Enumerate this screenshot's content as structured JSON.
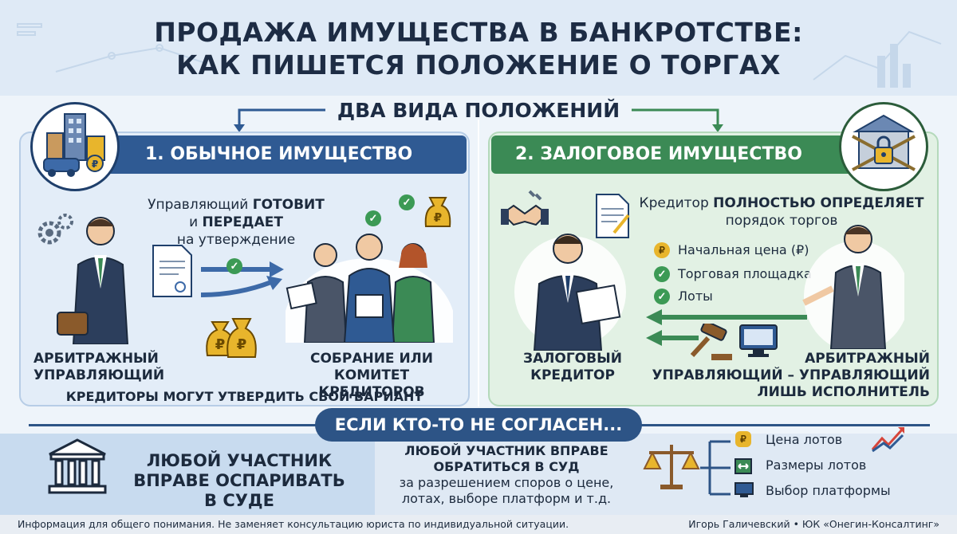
{
  "title": {
    "line1": "ПРОДАЖА ИМУЩЕСТВА В БАНКРОТСТВЕ:",
    "line2": "КАК ПИШЕТСЯ ПОЛОЖЕНИЕ О ТОРГАХ"
  },
  "subheading": "ДВА ВИДА ПОЛОЖЕНИЙ",
  "left": {
    "banner": "1. ОБЫЧНОЕ ИМУЩЕСТВО",
    "action": {
      "pre": "Управляющий ",
      "bold1": "ГОТОВИТ",
      "mid": "и ",
      "bold2": "ПЕРЕДАЕТ",
      "post": "на утверждение"
    },
    "actor_left": {
      "line1": "АРБИТРАЖНЫЙ",
      "line2": "УПРАВЛЯЮЩИЙ"
    },
    "actor_right": {
      "line1": "СОБРАНИЕ ИЛИ",
      "line2": "КОМИТЕТ КРЕДИТОРОВ"
    },
    "note": "КРЕДИТОРЫ МОГУТ УТВЕРДИТЬ СВОЙ ВАРИАНТ"
  },
  "right": {
    "banner": "2. ЗАЛОГОВОЕ ИМУЩЕСТВО",
    "action": {
      "pre": "Кредитор ",
      "bold": "ПОЛНОСТЬЮ ОПРЕДЕЛЯЕТ",
      "post": "порядок торгов"
    },
    "items": [
      "Начальная цена (₽)",
      "Торговая площадка",
      "Лоты"
    ],
    "actor_left": {
      "line1": "ЗАЛОГОВЫЙ",
      "line2": "КРЕДИТОР"
    },
    "actor_right": {
      "line1": "АРБИТРАЖНЫЙ",
      "line2": "УПРАВЛЯЮЩИЙ – УПРАВЛЯЮЩИЙ",
      "line3": "ЛИШЬ ИСПОЛНИТЕЛЬ"
    }
  },
  "disagreement": {
    "banner": "ЕСЛИ КТО-ТО НЕ СОГЛАСЕН...",
    "left_text": {
      "line1": "ЛЮБОЙ УЧАСТНИК",
      "line2": "ВПРАВЕ ОСПАРИВАТЬ",
      "line3": "В СУДЕ"
    },
    "middle_text": {
      "bold1": "ЛЮБОЙ УЧАСТНИК ВПРАВЕ",
      "bold2": "ОБРАТИТЬСЯ В СУД",
      "line3": "за разрешением споров о цене,",
      "line4": "лотах, выборе платформ и т.д."
    },
    "items": [
      "Цена лотов",
      "Размеры лотов",
      "Выбор платформы"
    ]
  },
  "footer": {
    "disclaimer": "Информация для общего понимания. Не заменяет консультацию юриста по индивидуальной ситуации.",
    "author": "Игорь Галичевский • ЮК «Онегин-Консалтинг»"
  },
  "colors": {
    "navy": "#2f5a93",
    "green": "#3b8a55",
    "dark": "#1d2c44",
    "gold": "#e8b52c"
  },
  "icons": [
    "buildings-icon",
    "bank-vault-icon",
    "gears-icon",
    "document-icon",
    "check-icon",
    "money-bag-icon",
    "handshake-icon",
    "contract-icon",
    "gavel-icon",
    "computer-icon",
    "courthouse-icon",
    "scales-icon",
    "chart-icon"
  ]
}
